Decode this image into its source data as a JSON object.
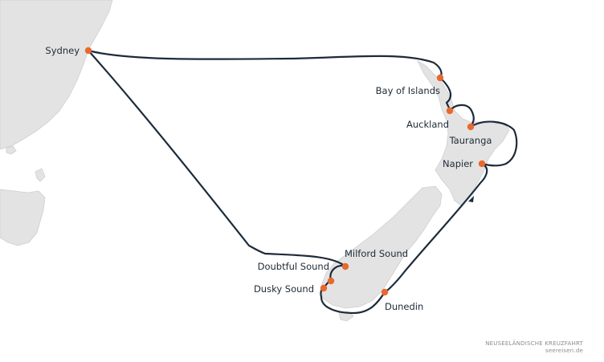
{
  "ports": [
    {
      "id": "sydney",
      "name": "Sydney"
    },
    {
      "id": "bay-of-islands",
      "name": "Bay of Islands"
    },
    {
      "id": "auckland",
      "name": "Auckland"
    },
    {
      "id": "tauranga",
      "name": "Tauranga"
    },
    {
      "id": "napier",
      "name": "Napier"
    },
    {
      "id": "milford-sound",
      "name": "Milford Sound"
    },
    {
      "id": "doubtful-sound",
      "name": "Doubtful Sound"
    },
    {
      "id": "dusky-sound",
      "name": "Dusky Sound"
    },
    {
      "id": "dunedin",
      "name": "Dunedin"
    }
  ],
  "credit": {
    "title": "NEUSEELÄNDISCHE KREUZFAHRT",
    "site": "seereisen.de"
  },
  "colors": {
    "land": "#e3e3e3",
    "route": "#1d2b3a",
    "port": "#e8692e"
  }
}
